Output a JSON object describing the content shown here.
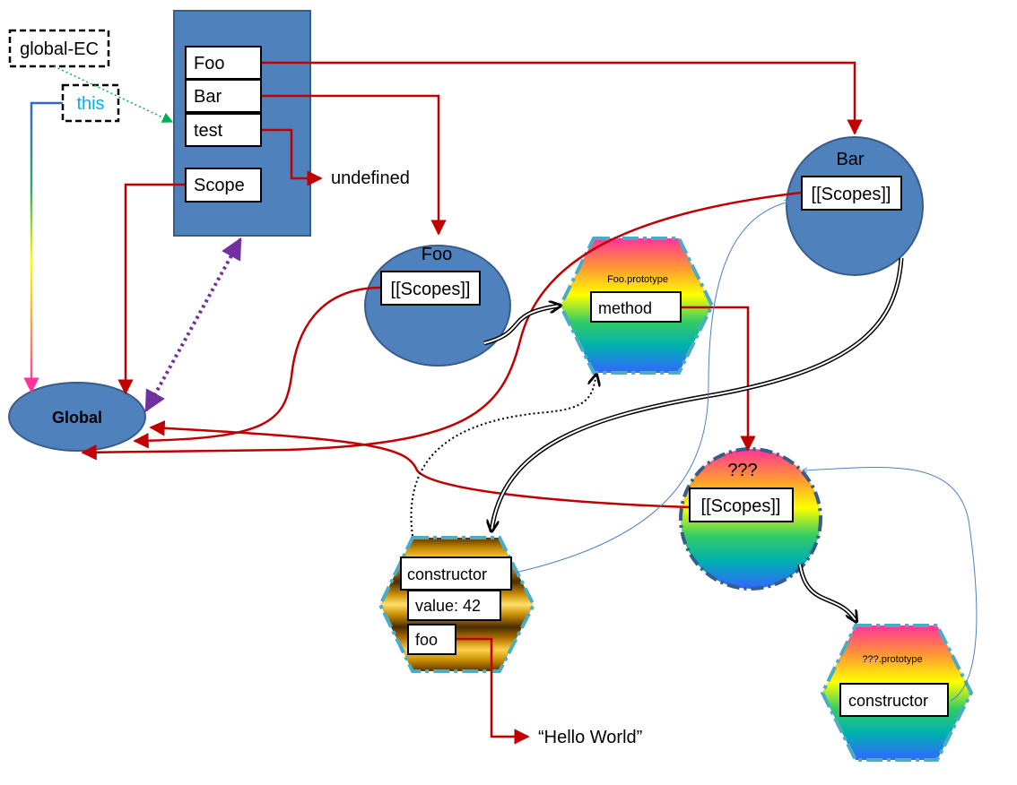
{
  "labels": {
    "global_ec": "global-EC",
    "this": "this",
    "global": "Global",
    "undefined": "undefined",
    "hello_world": "“Hello World”"
  },
  "ec_box": {
    "fields": [
      "Foo",
      "Bar",
      "test"
    ],
    "scope": "Scope"
  },
  "foo_circle": {
    "title": "Foo",
    "slot": "[[Scopes]]"
  },
  "bar_circle": {
    "title": "Bar",
    "slot": "[[Scopes]]"
  },
  "q_circle": {
    "title": "???",
    "slot": "[[Scopes]]"
  },
  "foo_prototype": {
    "title": "Foo.prototype",
    "method": "method"
  },
  "instance": {
    "fields": [
      "constructor",
      "value: 42",
      "foo"
    ]
  },
  "q_prototype": {
    "title": "???.prototype",
    "constructor": "constructor"
  },
  "colors": {
    "ec_fill": "#4f81bd",
    "circle_fill": "#4f81bd",
    "red_arrow": "#c00000",
    "blue_thin": "#4f81bd",
    "purple": "#7030a0",
    "green_dotted": "#00b050",
    "this_text": "#00b0f0",
    "hex_border": "#4bacc6"
  }
}
